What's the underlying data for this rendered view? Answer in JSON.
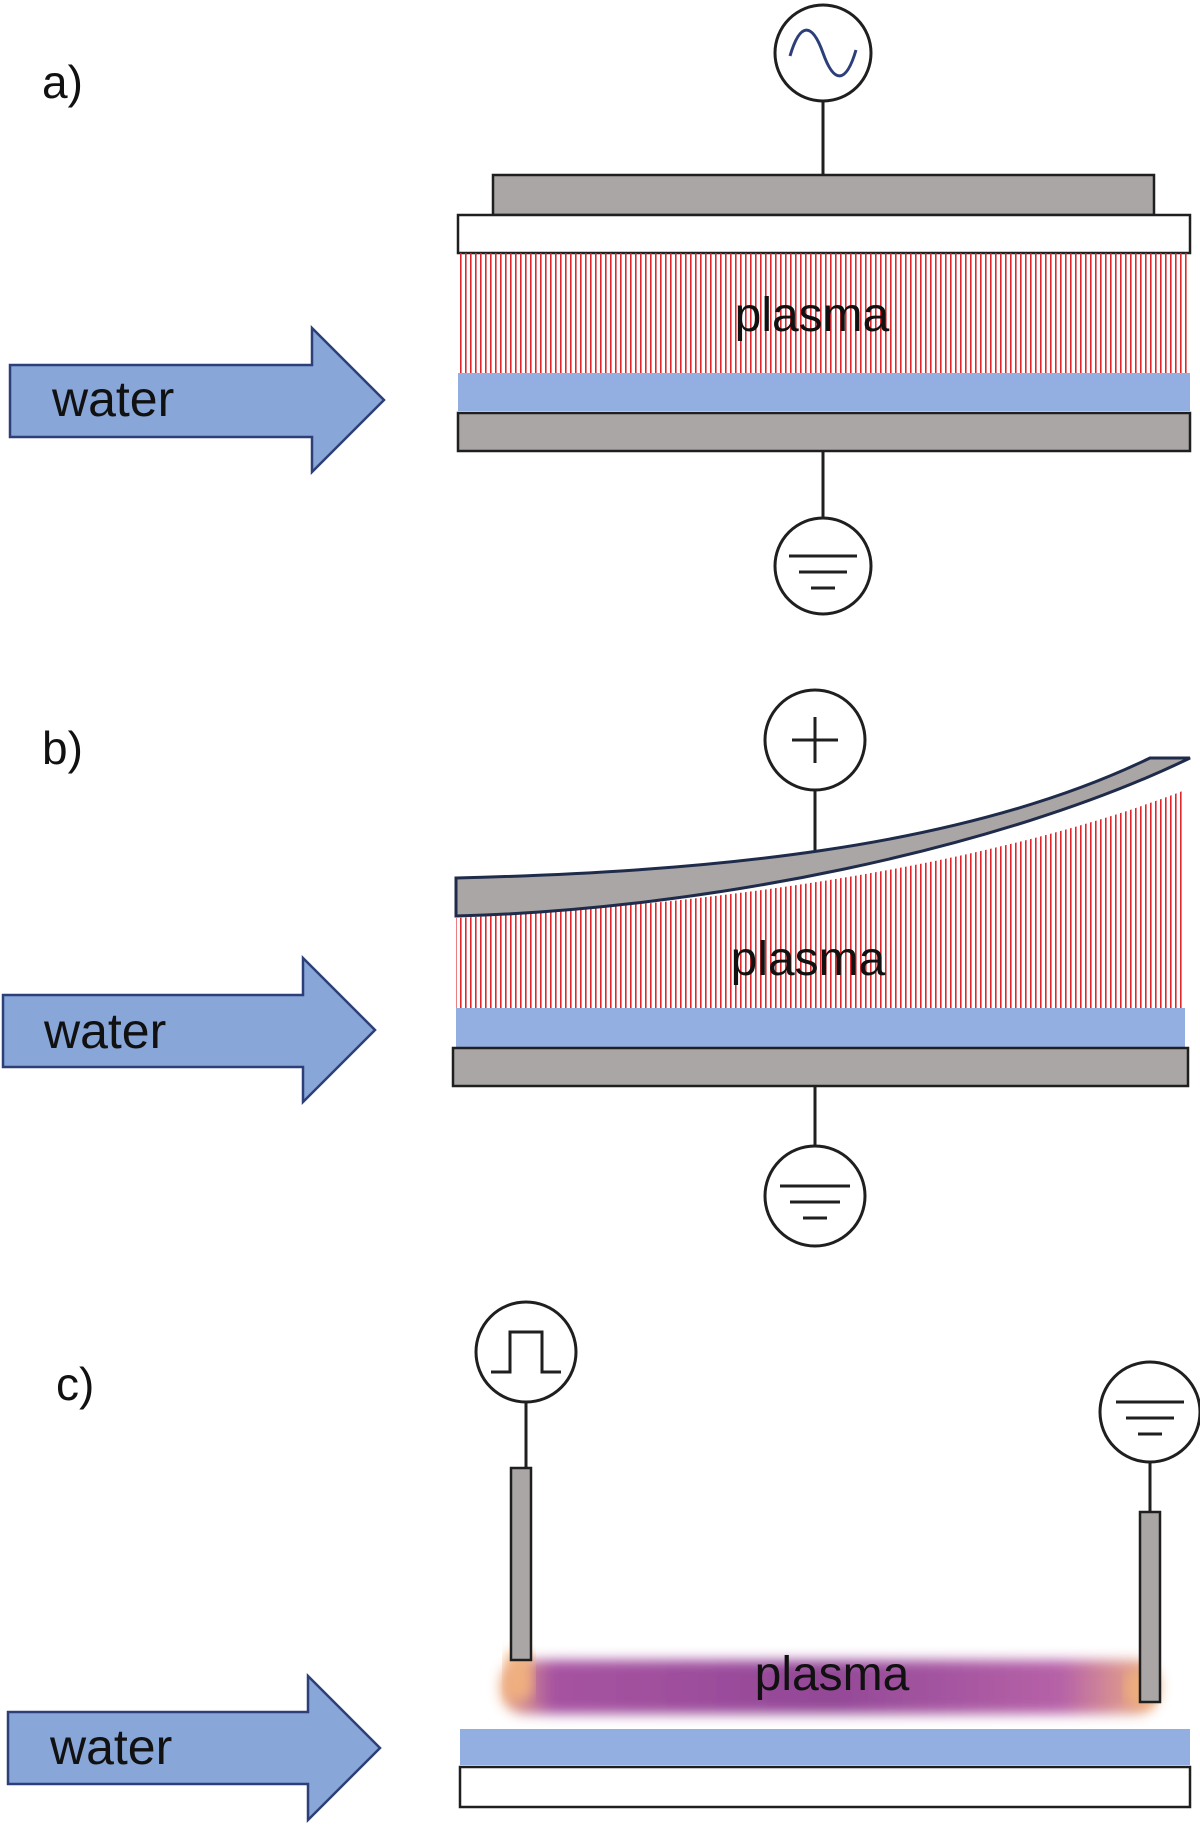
{
  "panels": [
    {
      "id": "a",
      "label": "a)",
      "water": "water",
      "plasma": "plasma",
      "source": "ac-source"
    },
    {
      "id": "b",
      "label": "b)",
      "water": "water",
      "plasma": "plasma",
      "source": "dc-positive-source"
    },
    {
      "id": "c",
      "label": "c)",
      "water": "water",
      "plasma": "plasma",
      "source": "pulse-source"
    }
  ],
  "colors": {
    "electrode": "#aaa6a6",
    "water": "#93aee0",
    "arrow": "#88a6d8",
    "plasma_lines": "#e0262d",
    "plasma_glow": "#a0439b",
    "outline": "#1f1f1f"
  }
}
